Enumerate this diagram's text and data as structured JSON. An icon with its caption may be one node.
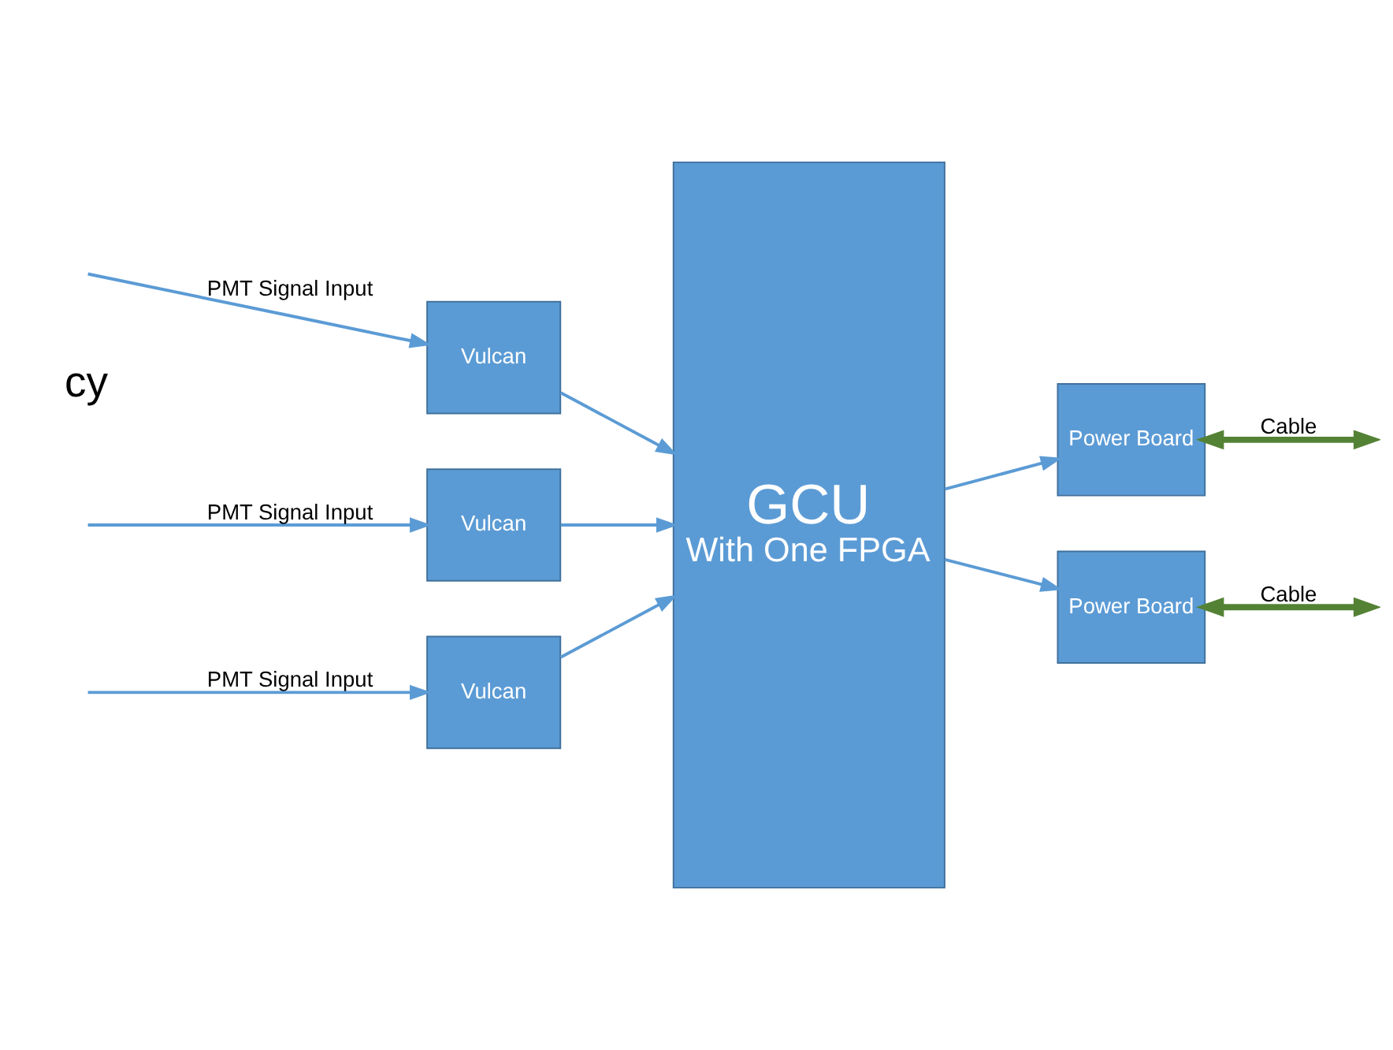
{
  "diagram": {
    "nodes": [
      {
        "text": [
          "Vulcan"
        ]
      },
      {
        "text": [
          "Vulcan"
        ]
      },
      {
        "text": [
          "Vulcan"
        ]
      },
      {
        "text": [
          "GCU",
          "With One FPGA"
        ]
      },
      {
        "text": [
          "Power Board"
        ]
      },
      {
        "text": [
          "Power Board"
        ]
      }
    ],
    "edges": [
      {
        "from": null,
        "to": 0,
        "arrow": "to",
        "label": "PMT Signal Input"
      },
      {
        "from": 0,
        "to": 3,
        "arrow": "to"
      },
      {
        "from": null,
        "to": 1,
        "arrow": "to",
        "label": "PMT Signal Input"
      },
      {
        "from": 1,
        "to": 3,
        "arrow": "to"
      },
      {
        "from": null,
        "to": 2,
        "arrow": "to",
        "label": "PMT Signal Input"
      },
      {
        "from": 2,
        "to": 3,
        "arrow": "to"
      },
      {
        "from": 3,
        "to": 4,
        "arrow": "to"
      },
      {
        "from": 3,
        "to": 5,
        "arrow": "to"
      },
      {
        "from": 4,
        "to": null,
        "arrow": "both",
        "label": "Cable",
        "style": "thick",
        "color": "#548235"
      },
      {
        "from": 5,
        "to": null,
        "arrow": "both",
        "label": "Cable",
        "style": "thick",
        "color": "#548235"
      }
    ],
    "labels": [
      "cy"
    ]
  }
}
